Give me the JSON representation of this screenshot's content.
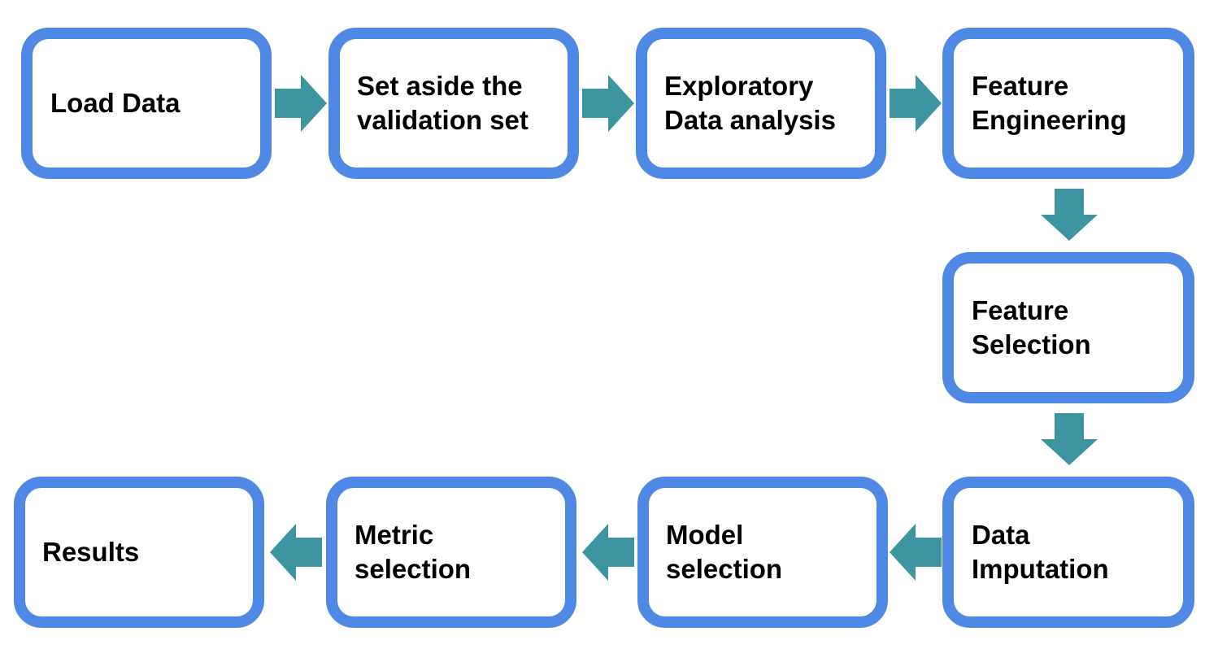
{
  "colors": {
    "box_border": "#5088e6",
    "arrow_fill": "#3f94a2",
    "background": "#ffffff",
    "text": "#000000"
  },
  "steps": [
    {
      "id": "load-data",
      "label": "Load Data"
    },
    {
      "id": "set-aside-validation",
      "label": "Set aside the\nvalidation set"
    },
    {
      "id": "exploratory-data-analysis",
      "label": "Exploratory\nData analysis"
    },
    {
      "id": "feature-engineering",
      "label": "Feature\nEngineering"
    },
    {
      "id": "feature-selection",
      "label": "Feature\nSelection"
    },
    {
      "id": "data-imputation",
      "label": "Data\nImputation"
    },
    {
      "id": "model-selection",
      "label": "Model\nselection"
    },
    {
      "id": "metric-selection",
      "label": "Metric\nselection"
    },
    {
      "id": "results",
      "label": "Results"
    }
  ],
  "flow": [
    {
      "from": "load-data",
      "to": "set-aside-validation",
      "direction": "right"
    },
    {
      "from": "set-aside-validation",
      "to": "exploratory-data-analysis",
      "direction": "right"
    },
    {
      "from": "exploratory-data-analysis",
      "to": "feature-engineering",
      "direction": "right"
    },
    {
      "from": "feature-engineering",
      "to": "feature-selection",
      "direction": "down"
    },
    {
      "from": "feature-selection",
      "to": "data-imputation",
      "direction": "down"
    },
    {
      "from": "data-imputation",
      "to": "model-selection",
      "direction": "left"
    },
    {
      "from": "model-selection",
      "to": "metric-selection",
      "direction": "left"
    },
    {
      "from": "metric-selection",
      "to": "results",
      "direction": "left"
    }
  ]
}
